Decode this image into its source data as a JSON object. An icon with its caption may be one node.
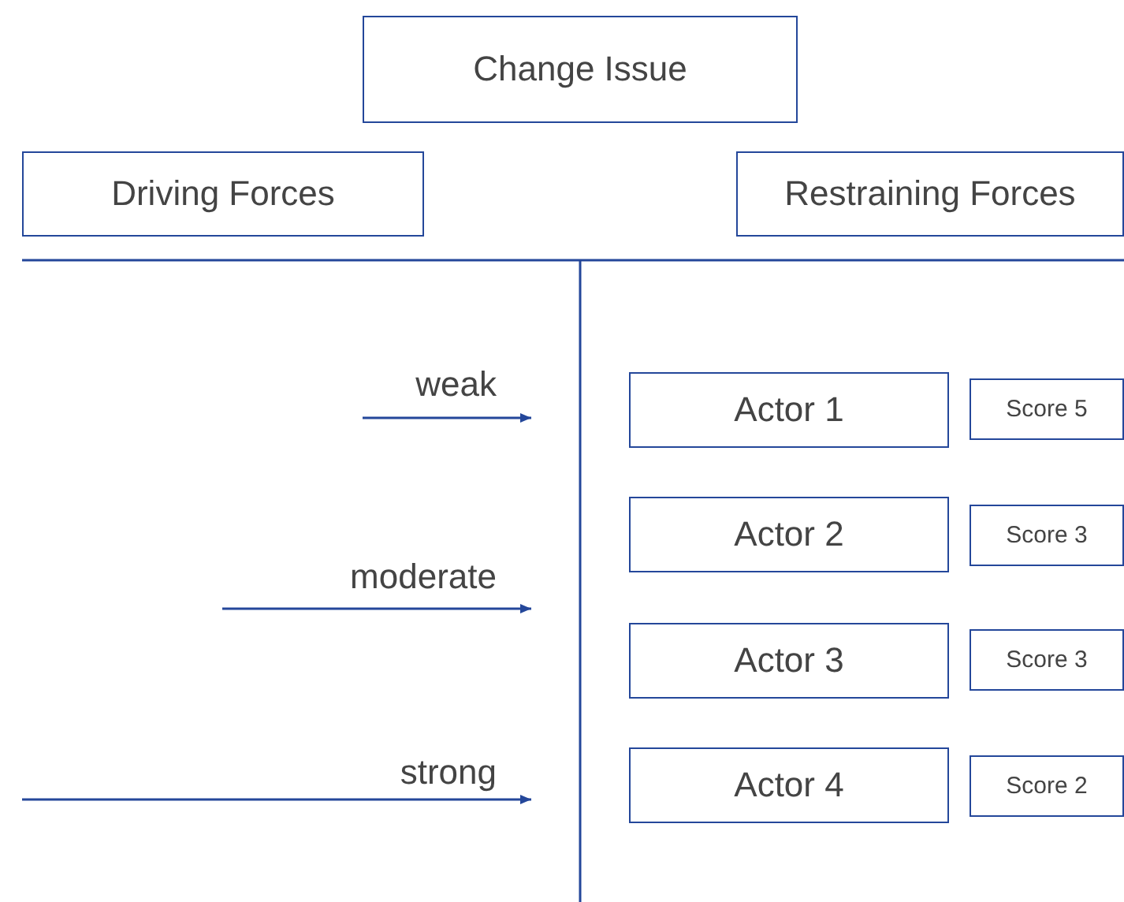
{
  "diagram": {
    "nodes": [
      {
        "text": [
          "Change Issue"
        ]
      },
      {
        "text": [
          "Driving Forces"
        ]
      },
      {
        "text": [
          "Restraining Forces"
        ]
      },
      {
        "text": [
          "Actor 1"
        ]
      },
      {
        "text": [
          "Score 5"
        ]
      },
      {
        "text": [
          "Actor 2"
        ]
      },
      {
        "text": [
          "Score 3"
        ]
      },
      {
        "text": [
          "Actor 3"
        ]
      },
      {
        "text": [
          "Score 3"
        ]
      },
      {
        "text": [
          "Actor 4"
        ]
      },
      {
        "text": [
          "Score 2"
        ]
      }
    ],
    "labels": [
      "weak",
      "moderate",
      "strong"
    ]
  }
}
